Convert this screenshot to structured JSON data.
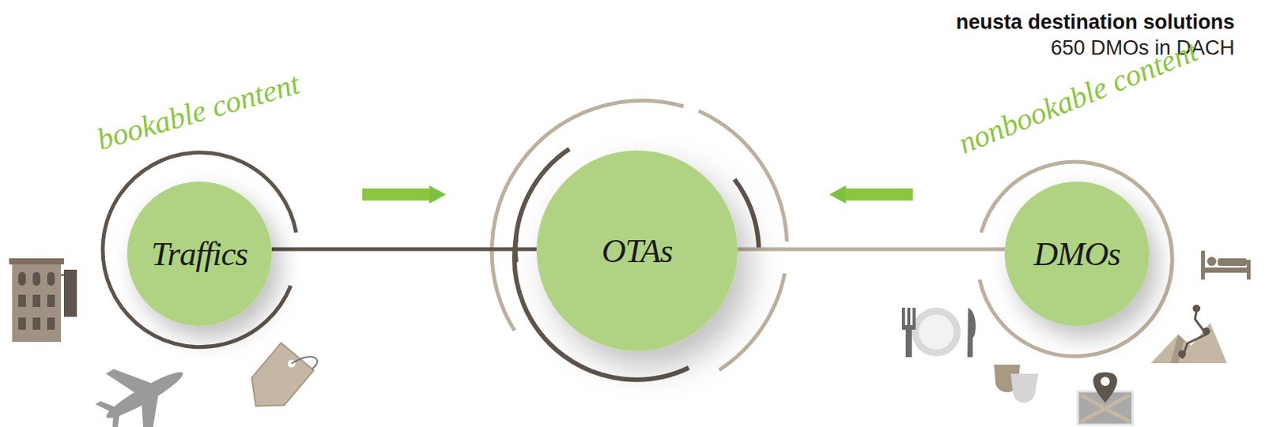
{
  "diagram": {
    "title": "neusta destination solutions",
    "nodes": [
      {
        "text": [
          "Traffics"
        ]
      },
      {
        "text": [
          "OTAs"
        ]
      },
      {
        "text": [
          "DMOs"
        ]
      }
    ],
    "edges": [
      {
        "from": 0,
        "to": 1,
        "arrow": "to"
      },
      {
        "from": 2,
        "to": 1,
        "arrow": "to"
      }
    ],
    "labels": [
      "650 DMOs in DACH",
      "bookable content",
      "nonbookable content"
    ]
  }
}
